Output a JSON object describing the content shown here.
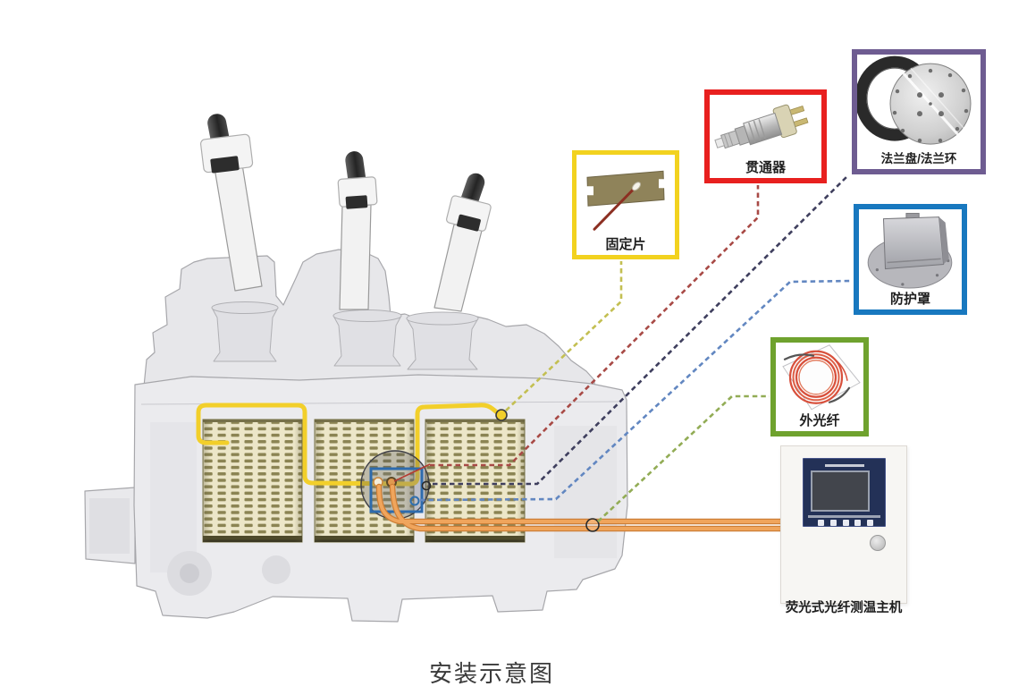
{
  "caption": {
    "text": "安装示意图"
  },
  "components": {
    "fixing_plate": {
      "label": "固定片",
      "border_color": "#F2D21F",
      "connector_color": "#C3BF52",
      "connector_style": "dashed"
    },
    "feedthrough": {
      "label": "贯通器",
      "border_color": "#E8201F",
      "connector_color": "#A84A46",
      "connector_style": "dashed"
    },
    "flange": {
      "label": "法兰盘/法兰环",
      "border_color": "#6E5C91",
      "connector_color": "#3F3F5E",
      "connector_style": "dashed"
    },
    "shield": {
      "label": "防护罩",
      "border_color": "#1878BF",
      "connector_color": "#6287C1",
      "connector_style": "dashed"
    },
    "outer_fiber": {
      "label": "外光纤",
      "border_color": "#6FA22E",
      "connector_color": "#92AC55",
      "connector_style": "dashed"
    },
    "host": {
      "label": "荧光式光纤测温主机",
      "cable_color": "#E8974E",
      "cable_style": "solid",
      "cable_count": 2
    }
  },
  "transformer": {
    "winding_count": 3,
    "bushing_count": 3,
    "fiber_loop_color": "#F2CF2A",
    "sensor_window_color": "#2E6BAD"
  }
}
